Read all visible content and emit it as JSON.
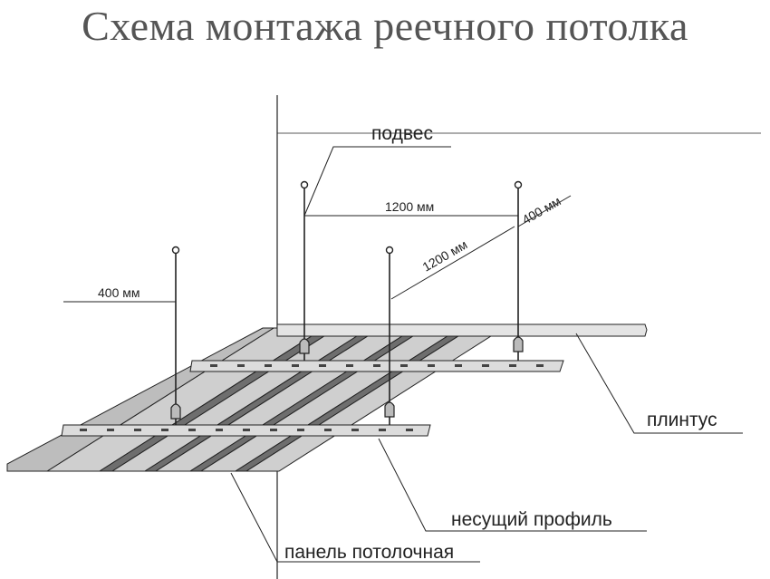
{
  "title": "Схема монтажа реечного потолка",
  "labels": {
    "hanger": "подвес",
    "plinth": "плинтус",
    "carrier_profile": "несущий профиль",
    "ceiling_panel": "панель потолочная"
  },
  "dimensions": {
    "hanger_spacing_x": "1200 мм",
    "hanger_spacing_depth": "1200 мм",
    "edge_offset_right": "400 мм",
    "edge_offset_left": "400 мм"
  },
  "colors": {
    "title": "#555555",
    "line": "#222222",
    "panel_light": "#d0d0d0",
    "panel_dark": "#6e6e6e",
    "profile": "#dcdcdc"
  }
}
